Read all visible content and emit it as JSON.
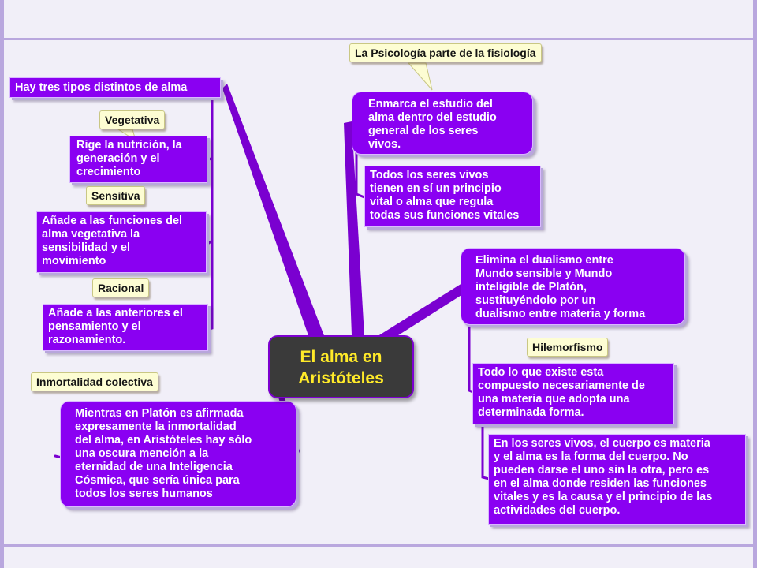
{
  "colors": {
    "node_fill": "#8a00f2",
    "node_text": "#ffffff",
    "branch": "#7a00d0",
    "label_fill": "#fdfdd3",
    "central_fill": "#3a3a3a",
    "central_text": "#ffea29"
  },
  "central": {
    "line1": "El alma en",
    "line2": "Aristóteles"
  },
  "left": {
    "tipos": "Hay tres tipos distintos de alma",
    "vegetativa_label": "Vegetativa",
    "vegetativa_lines": [
      "Rige la nutrición, la",
      "generación y el",
      "crecimiento"
    ],
    "sensitiva_label": "Sensitiva",
    "sensitiva_lines": [
      "Añade a las funciones del",
      "alma vegetativa la",
      "sensibilidad y el",
      "movimiento"
    ],
    "racional_label": "Racional",
    "racional_lines": [
      "Añade a las anteriores el",
      "pensamiento y el",
      "razonamiento."
    ],
    "inmortalidad_label": "Inmortalidad colectiva",
    "platon_lines": [
      "Mientras en Platón es afirmada",
      "expresamente la inmortalidad",
      "del alma, en Aristóteles hay sólo",
      "una oscura mención a la",
      "eternidad de una Inteligencia",
      "Cósmica, que sería única para",
      "todos los seres humanos"
    ]
  },
  "right": {
    "psicologia_label": "La Psicología parte de la fisiología",
    "enmarca_lines": [
      "Enmarca el estudio del",
      "alma dentro del estudio",
      "general de los seres",
      "vivos."
    ],
    "todos_lines": [
      "Todos los seres vivos",
      "tienen en sí un principio",
      "vital o alma que regula",
      "todas sus funciones vitales"
    ],
    "elimina_lines": [
      "Elimina el dualismo entre",
      "Mundo sensible y Mundo",
      "inteligible de Platón,",
      "sustituyéndolo por un",
      "dualismo entre materia y forma"
    ],
    "hilemorfismo_label": "Hilemorfismo",
    "todo_lines": [
      "Todo lo que existe esta",
      "compuesto necesariamente de",
      "una materia que adopta una",
      "determinada forma."
    ],
    "seres_lines": [
      "En los seres vivos, el cuerpo es materia",
      "y el alma es la forma del cuerpo. No",
      "pueden darse el uno sin la otra, pero es",
      "en el alma donde residen las funciones",
      "vitales y es la causa y el principio de las",
      "actividades del cuerpo."
    ]
  }
}
